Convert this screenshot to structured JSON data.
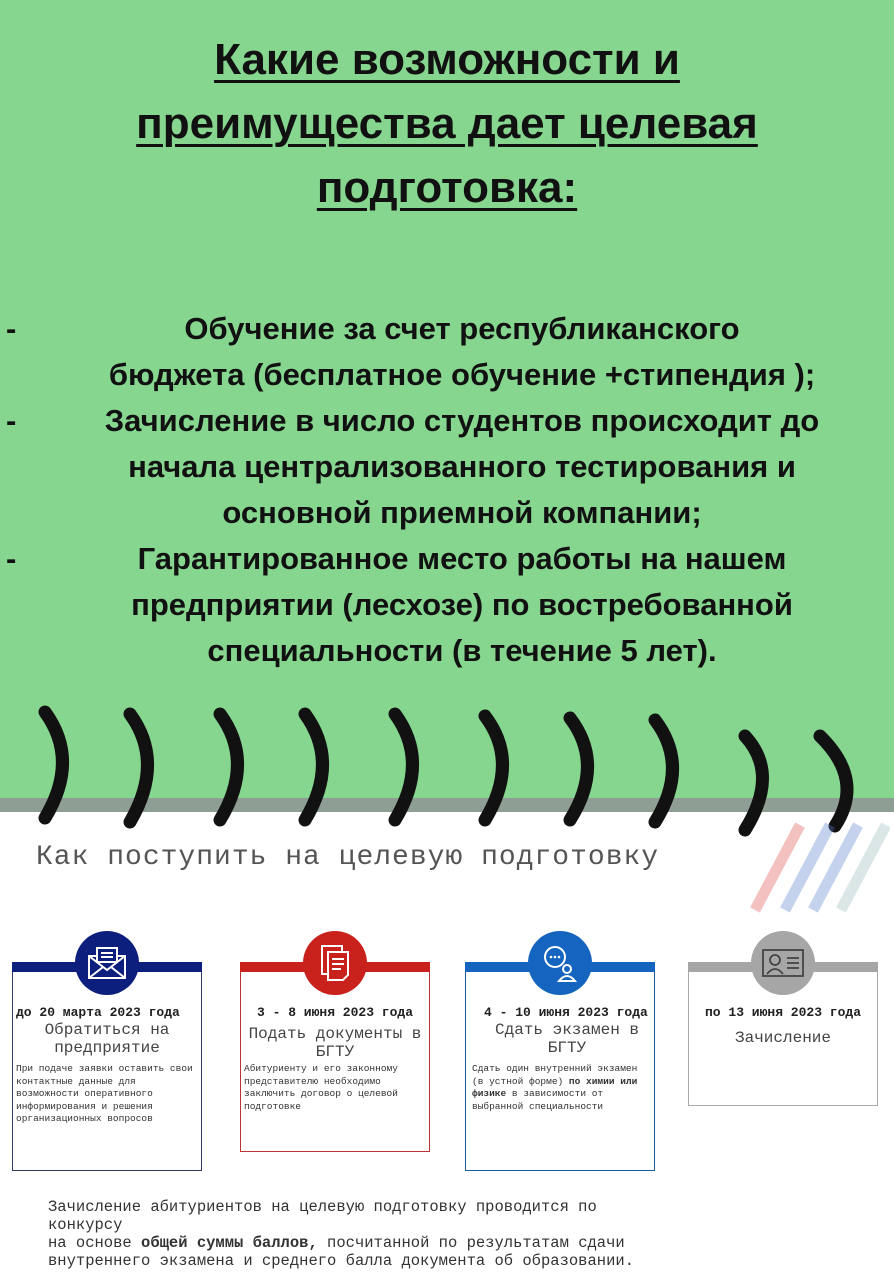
{
  "title": [
    "Какие возможности и",
    "преимущества дает целевая",
    "подготовка:"
  ],
  "bullets": [
    {
      "dash": "-",
      "lines": [
        "Обучение за счет республиканского",
        "бюджета (бесплатное обучение +стипендия );"
      ]
    },
    {
      "dash": "-",
      "lines": [
        "Зачисление в число студентов происходит до",
        "начала централизованного тестирования и",
        "основной приемной компании;"
      ]
    },
    {
      "dash": "-",
      "lines": [
        "Гарантированное место работы на нашем",
        "предприятии (лесхозе) по востребованной",
        "специальности (в течение 5 лет)."
      ]
    }
  ],
  "how_title": "Как поступить на целевую подготовку",
  "cards": [
    {
      "icon": "envelope-icon",
      "color": "#0d1f7c",
      "date": "до 20 марта 2023 года",
      "step": "Обратиться на предприятие",
      "desc": "При подаче заявки оставить свои контактные данные для возможности оперативного информирования и решения организационных вопросов"
    },
    {
      "icon": "documents-icon",
      "color": "#c9211b",
      "date": "3 - 8 июня 2023 года",
      "step": "Подать документы в БГТУ",
      "desc": "Абитуриенту и его законному представителю необходимо заключить договор о целевой подготовке"
    },
    {
      "icon": "chat-person-icon",
      "color": "#1565c0",
      "date": "4 - 10 июня 2023 года",
      "step": "Сдать экзамен в БГТУ",
      "desc_pre": "Сдать один внутренний экзамен (в устной форме) ",
      "desc_bold": "по химии или физике",
      "desc_post": " в зависимости от выбранной специальности"
    },
    {
      "icon": "id-card-icon",
      "color": "#a6a6a6",
      "date": "по 13 июня 2023 года",
      "step": "Зачисление"
    }
  ],
  "footer": {
    "l1": "Зачисление абитуриентов на целевую подготовку проводится по",
    "l2": "конкурсу",
    "l3_pre": "на основе ",
    "l3_bold": "общей суммы баллов,",
    "l3_post": " посчитанной по результатам сдачи",
    "l4": "внутреннего экзамена и среднего балла документа об образовании."
  }
}
